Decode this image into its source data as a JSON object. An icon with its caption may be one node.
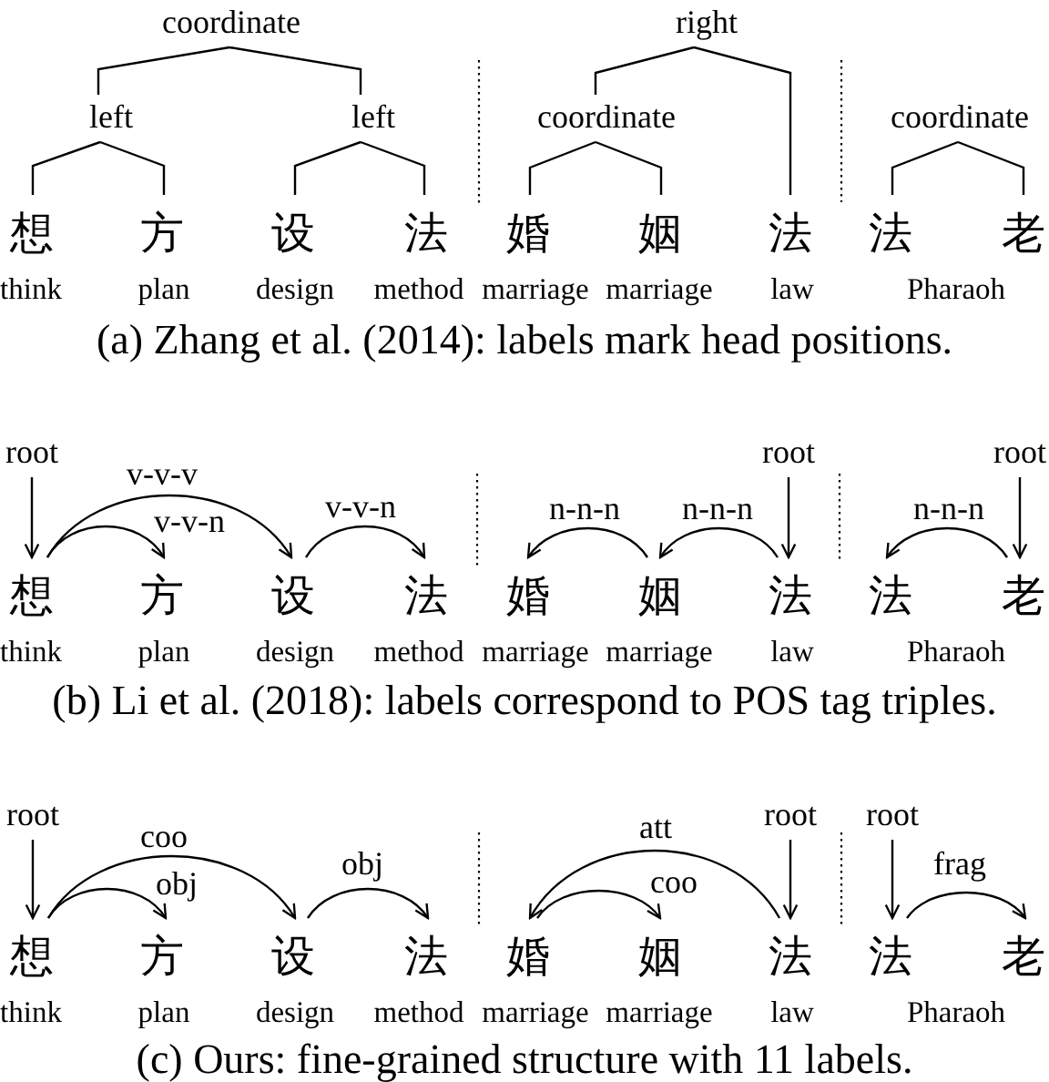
{
  "diagram": {
    "nodes": [
      {
        "text": [
          "coordinate"
        ]
      },
      {
        "text": [
          "right"
        ]
      },
      {
        "text": [
          "left"
        ]
      },
      {
        "text": [
          "left"
        ]
      },
      {
        "text": [
          "coordinate"
        ]
      },
      {
        "text": [
          "coordinate"
        ]
      },
      {
        "text": [
          "想"
        ],
        "beside": [
          "think"
        ]
      },
      {
        "text": [
          "方"
        ],
        "beside": [
          "plan"
        ]
      },
      {
        "text": [
          "设"
        ],
        "beside": [
          "design"
        ]
      },
      {
        "text": [
          "法"
        ],
        "beside": [
          "method"
        ]
      },
      {
        "text": [
          "婚"
        ],
        "beside": [
          "marriage"
        ]
      },
      {
        "text": [
          "姻"
        ],
        "beside": [
          "marriage"
        ]
      },
      {
        "text": [
          "法"
        ],
        "beside": [
          "law"
        ]
      },
      {
        "text": [
          "法"
        ]
      },
      {
        "text": [
          "老"
        ]
      },
      {
        "text": [
          "root"
        ]
      },
      {
        "text": [
          "root"
        ]
      },
      {
        "text": [
          "root"
        ]
      },
      {
        "text": [
          "想"
        ],
        "beside": [
          "think"
        ]
      },
      {
        "text": [
          "方"
        ],
        "beside": [
          "plan"
        ]
      },
      {
        "text": [
          "设"
        ],
        "beside": [
          "design"
        ]
      },
      {
        "text": [
          "法"
        ],
        "beside": [
          "method"
        ]
      },
      {
        "text": [
          "婚"
        ],
        "beside": [
          "marriage"
        ]
      },
      {
        "text": [
          "姻"
        ],
        "beside": [
          "marriage"
        ]
      },
      {
        "text": [
          "法"
        ],
        "beside": [
          "law"
        ]
      },
      {
        "text": [
          "法"
        ]
      },
      {
        "text": [
          "老"
        ]
      },
      {
        "text": [
          "root"
        ]
      },
      {
        "text": [
          "root"
        ]
      },
      {
        "text": [
          "root"
        ]
      },
      {
        "text": [
          "想"
        ],
        "beside": [
          "think"
        ]
      },
      {
        "text": [
          "方"
        ],
        "beside": [
          "plan"
        ]
      },
      {
        "text": [
          "设"
        ],
        "beside": [
          "design"
        ]
      },
      {
        "text": [
          "法"
        ],
        "beside": [
          "method"
        ]
      },
      {
        "text": [
          "婚"
        ],
        "beside": [
          "marriage"
        ]
      },
      {
        "text": [
          "姻"
        ],
        "beside": [
          "marriage"
        ]
      },
      {
        "text": [
          "法"
        ],
        "beside": [
          "law"
        ]
      },
      {
        "text": [
          "法"
        ]
      },
      {
        "text": [
          "老"
        ]
      }
    ],
    "edges": [
      {
        "from": 0,
        "to": 2,
        "arrow": "none"
      },
      {
        "from": 0,
        "to": 3,
        "arrow": "none"
      },
      {
        "from": 2,
        "to": 6,
        "arrow": "none"
      },
      {
        "from": 2,
        "to": 7,
        "arrow": "none"
      },
      {
        "from": 3,
        "to": 8,
        "arrow": "none"
      },
      {
        "from": 3,
        "to": 9,
        "arrow": "none"
      },
      {
        "from": 1,
        "to": 4,
        "arrow": "none"
      },
      {
        "from": 1,
        "to": 12,
        "arrow": "none"
      },
      {
        "from": 4,
        "to": 10,
        "arrow": "none"
      },
      {
        "from": 4,
        "to": 11,
        "arrow": "none"
      },
      {
        "from": 5,
        "to": 13,
        "arrow": "none"
      },
      {
        "from": 5,
        "to": 14,
        "arrow": "none"
      },
      {
        "from": 15,
        "to": 18,
        "arrow": "to"
      },
      {
        "from": 18,
        "to": 20,
        "arrow": "to",
        "label": "v-v-v"
      },
      {
        "from": 18,
        "to": 19,
        "arrow": "to",
        "label": "v-v-n"
      },
      {
        "from": 20,
        "to": 21,
        "arrow": "to",
        "label": "v-v-n"
      },
      {
        "from": 23,
        "to": 22,
        "arrow": "to",
        "label": "n-n-n"
      },
      {
        "from": 24,
        "to": 23,
        "arrow": "to",
        "label": "n-n-n"
      },
      {
        "from": 16,
        "to": 24,
        "arrow": "to"
      },
      {
        "from": 26,
        "to": 25,
        "arrow": "to",
        "label": "n-n-n"
      },
      {
        "from": 17,
        "to": 26,
        "arrow": "to"
      },
      {
        "from": 27,
        "to": 30,
        "arrow": "to"
      },
      {
        "from": 30,
        "to": 32,
        "arrow": "to",
        "label": "coo"
      },
      {
        "from": 30,
        "to": 31,
        "arrow": "to",
        "label": "obj"
      },
      {
        "from": 32,
        "to": 33,
        "arrow": "to",
        "label": "obj"
      },
      {
        "from": 36,
        "to": 34,
        "arrow": "to",
        "label": "att"
      },
      {
        "from": 34,
        "to": 35,
        "arrow": "to",
        "label": "coo"
      },
      {
        "from": 28,
        "to": 36,
        "arrow": "to"
      },
      {
        "from": 29,
        "to": 37,
        "arrow": "to"
      },
      {
        "from": 37,
        "to": 38,
        "arrow": "to",
        "label": "frag"
      }
    ],
    "labels": [
      "Pharaoh",
      "(a) Zhang et al. (2014): labels mark head positions.",
      "Pharaoh",
      "(b) Li et al. (2018): labels correspond to POS tag triples.",
      "Pharaoh",
      "(c) Ours: fine-grained structure with 11 labels."
    ]
  }
}
